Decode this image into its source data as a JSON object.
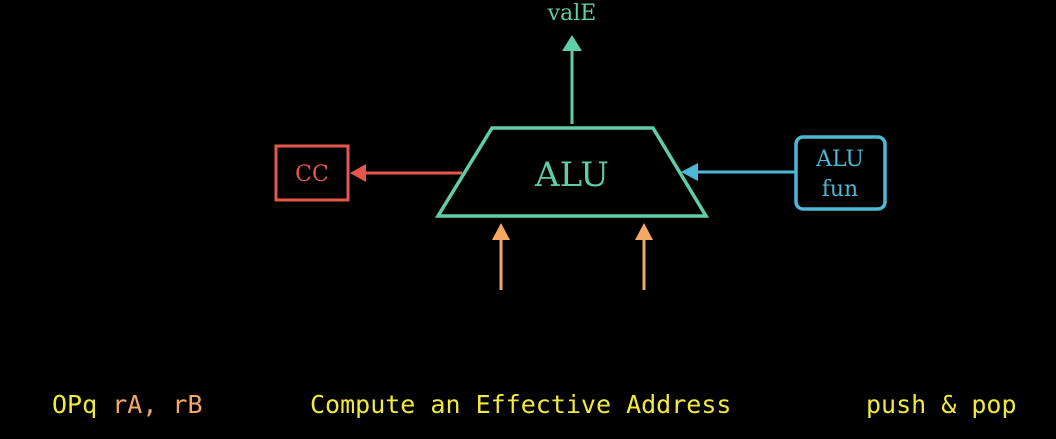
{
  "diagram": {
    "alu_label": "ALU",
    "output_label": "valE",
    "cc_label": "CC",
    "alu_fun_line1": "ALU",
    "alu_fun_line2": "fun"
  },
  "captions": {
    "opq_prefix": "OPq ",
    "opq_args": "rA, rB",
    "effective_address": "Compute an Effective Address",
    "push_pop": "push & pop"
  },
  "colors": {
    "alu": "#5fcea8",
    "cc": "#e5574c",
    "alu_fun": "#4db8d6",
    "inputs": "#f5a862",
    "caption_text": "#f2ea3a",
    "register_args": "#f5a862",
    "background": "#000000"
  }
}
